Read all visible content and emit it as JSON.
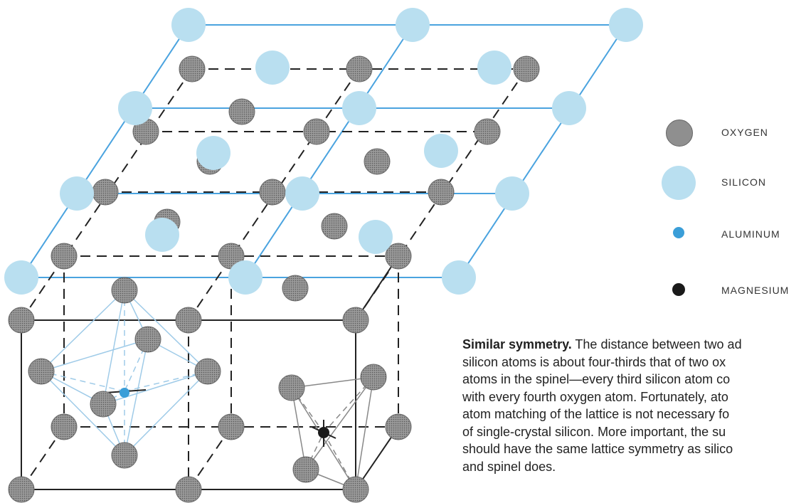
{
  "colors": {
    "oxygen": "#8f8f8f",
    "silicon": "#b9dff0",
    "aluminum": "#3a9ed8",
    "magnesium": "#1a1a1a",
    "silicon_lines": "#4aa3df",
    "spinel_lines": "#222222"
  },
  "legend": {
    "oxygen": "OXYGEN",
    "silicon": "SILICON",
    "aluminum": "ALUMINUM",
    "magnesium": "MAGNESIUM"
  },
  "caption": {
    "title": "Similar symmetry.",
    "lines": [
      " The distance between two ad",
      "silicon atoms is about four-thirds that of two ox",
      "atoms in the spinel—every third silicon atom co",
      "with every fourth oxygen atom. Fortunately, ato",
      "atom matching of the lattice is not necessary fo",
      "of single-crystal silicon. More important, the su",
      "should have the same lattice symmetry as silico",
      "and spinel does."
    ]
  }
}
